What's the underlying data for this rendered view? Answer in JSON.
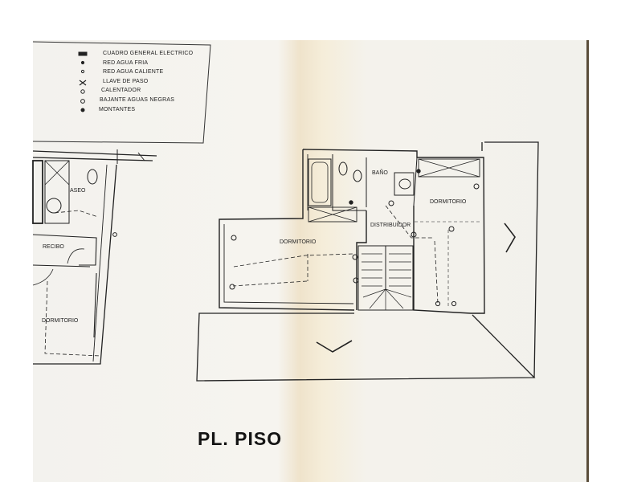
{
  "legend": {
    "items": [
      {
        "label": "CUADRO GENERAL ELECTRICO",
        "icon": "electric-panel-icon"
      },
      {
        "label": "RED AGUA FRIA",
        "icon": "cold-water-icon"
      },
      {
        "label": "RED AGUA CALIENTE",
        "icon": "hot-water-icon"
      },
      {
        "label": "LLAVE DE PASO",
        "icon": "valve-icon"
      },
      {
        "label": "CALENTADOR",
        "icon": "heater-icon"
      },
      {
        "label": "BAJANTE AGUAS NEGRAS",
        "icon": "drain-icon"
      },
      {
        "label": "MONTANTES",
        "icon": "riser-icon"
      }
    ]
  },
  "rooms": {
    "aseo": "ASEO",
    "recibo": "RECIBO",
    "dormitorio_left": "DORMITORIO",
    "dormitorio_main": "DORMITORIO",
    "bano": "BAÑO",
    "distribuidor": "DISTRIBUIDOR",
    "dormitorio_right": "DORMITORIO"
  },
  "title": "PL. PISO",
  "colors": {
    "ink": "#1e1e1e",
    "paper": "#f3f2ee",
    "fold": "#efe3cb"
  }
}
